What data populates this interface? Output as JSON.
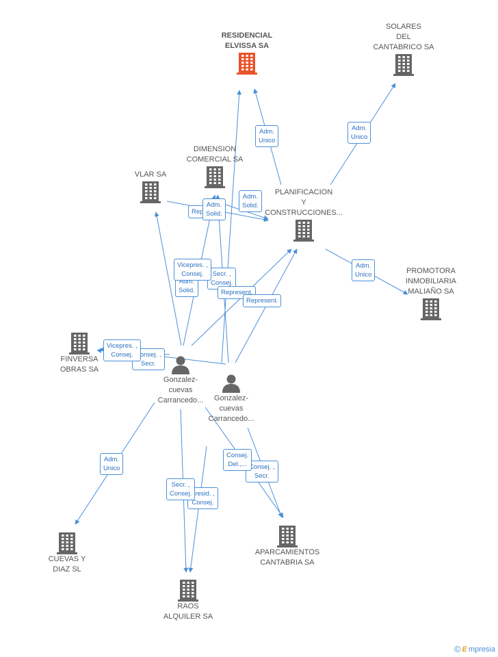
{
  "companies": [
    {
      "id": "residencial",
      "label": "RESIDENCIAL\nELVISSA SA",
      "color": "#e8532a",
      "main": true
    },
    {
      "id": "solares",
      "label": "SOLARES\nDEL\nCANTABRICO SA",
      "color": "#666666"
    },
    {
      "id": "dimension",
      "label": "DIMENSION\nCOMERCIAL SA",
      "color": "#666666"
    },
    {
      "id": "vlar",
      "label": "VLAR SA",
      "color": "#666666"
    },
    {
      "id": "planificacion",
      "label": "PLANIFICACION\nY\nCONSTRUCCIONES...",
      "color": "#666666"
    },
    {
      "id": "promotora",
      "label": "PROMOTORA\nINMOBILIARIA\nMALIAÑO SA",
      "color": "#666666"
    },
    {
      "id": "finversa",
      "label": "FINVERSA\nOBRAS SA",
      "color": "#666666"
    },
    {
      "id": "cuevas",
      "label": "CUEVAS Y\nDIAZ SL",
      "color": "#666666"
    },
    {
      "id": "raos",
      "label": "RAOS\nALQUILER SA",
      "color": "#666666"
    },
    {
      "id": "aparcamientos",
      "label": "APARCAMIENTOS\nCANTABRIA SA",
      "color": "#666666"
    }
  ],
  "persons": [
    {
      "id": "p1",
      "label": "Gonzalez-\ncuevas\nCarrancedo..."
    },
    {
      "id": "p2",
      "label": "Gonzalez-\ncuevas\nCarrancedo..."
    }
  ],
  "edge_labels": [
    "Adm.\nUnico",
    "Adm.\nUnico",
    "Adm.\nSolid.",
    "Adm.\nSolid.",
    "Repr",
    "Adm.\nUnico",
    "Vicepres. ,\nConsej.",
    "Secr. ,\nConsej.",
    "Adm.\nSolid.",
    "Represent.",
    "Represent.",
    "Vicepres. ,\nConsej.",
    "Consej. ,\nSecr.",
    "Adm.\nUnico",
    "Secr. ,\nConsej.",
    "Presid. ,\nConsej.",
    "Consej.\nDel.,...",
    "Consej. ,\nSecr."
  ],
  "colors": {
    "edge": "#4a90d9",
    "main_company": "#e8532a",
    "company": "#666666",
    "person": "#666666"
  },
  "footer": {
    "copyright": "©",
    "brand_e": "E",
    "brand_rest": "mpresia"
  }
}
